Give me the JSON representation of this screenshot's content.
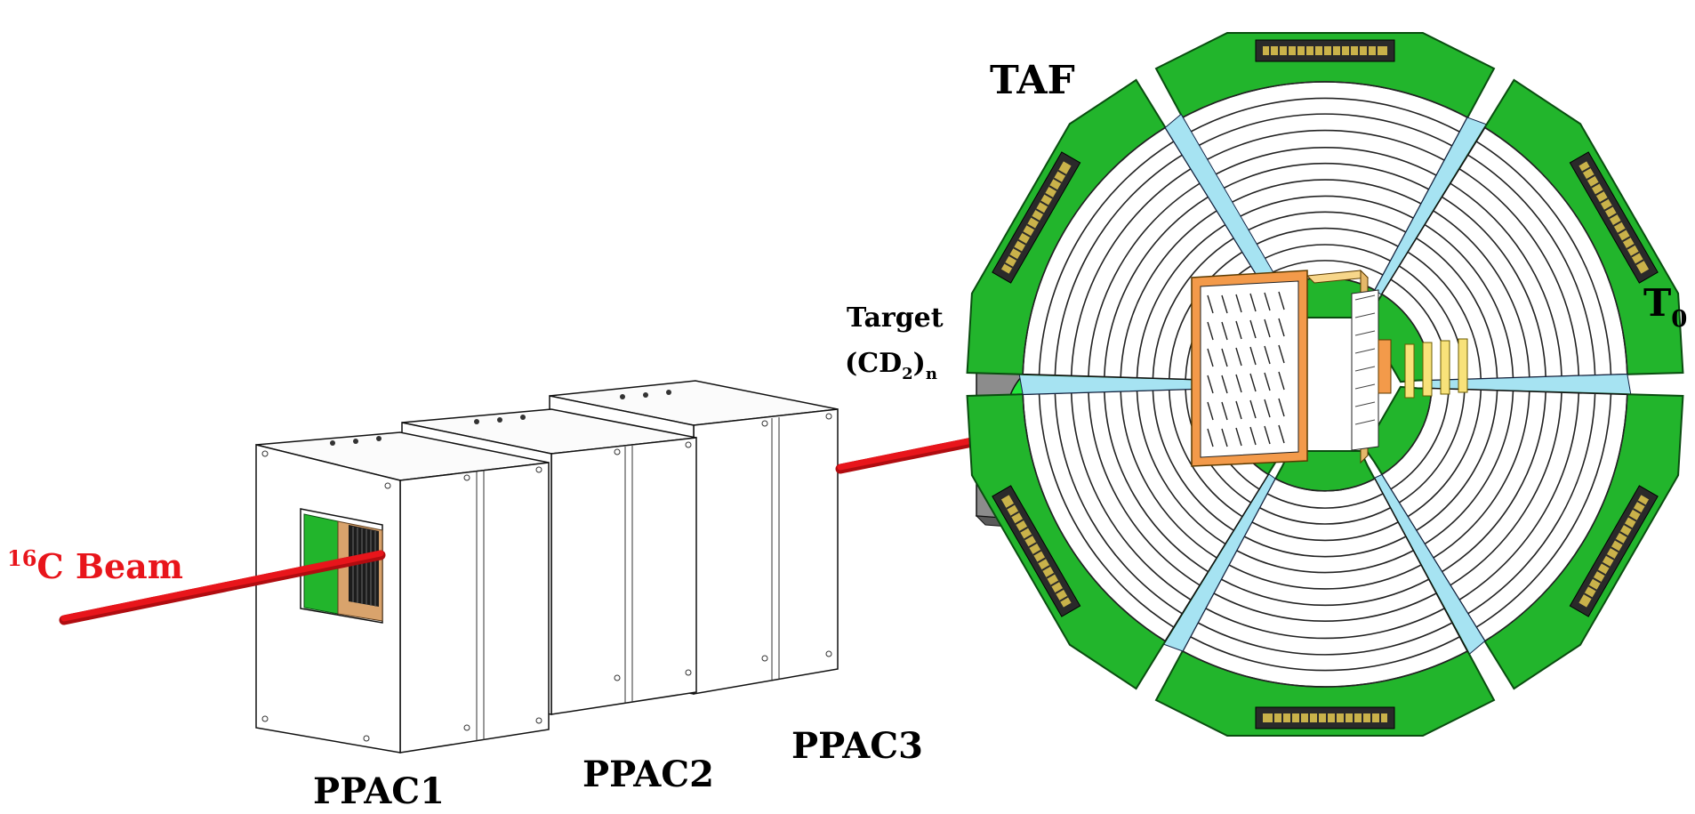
{
  "labels": {
    "beam_sup": "16",
    "beam_main": "C Beam",
    "ppac1": "PPAC1",
    "ppac2": "PPAC2",
    "ppac3": "PPAC3",
    "target_line1": "Target",
    "target_line2_main": "(CD",
    "target_line2_sub": "2",
    "target_line2_close": ")",
    "target_line2_sub2": "n",
    "taf": "TAF",
    "t0_main": "T",
    "t0_sub": "0"
  },
  "colors": {
    "beam": "#e8151b",
    "pcb_green": "#22b52c",
    "target_green": "#22e63c",
    "target_frame": "#8c8c8c",
    "silicon_orange": "#f39a4a",
    "light_blue": "#a6e3f2",
    "dark_blue": "#3a6ec3",
    "t0_blue": "#7fb2f2",
    "connector": "#2a2a2a"
  },
  "icons": {
    "ppac": "ppac-box-icon",
    "target": "target-foil-icon",
    "taf": "taf-array-icon",
    "t0": "t0-detector-icon"
  }
}
